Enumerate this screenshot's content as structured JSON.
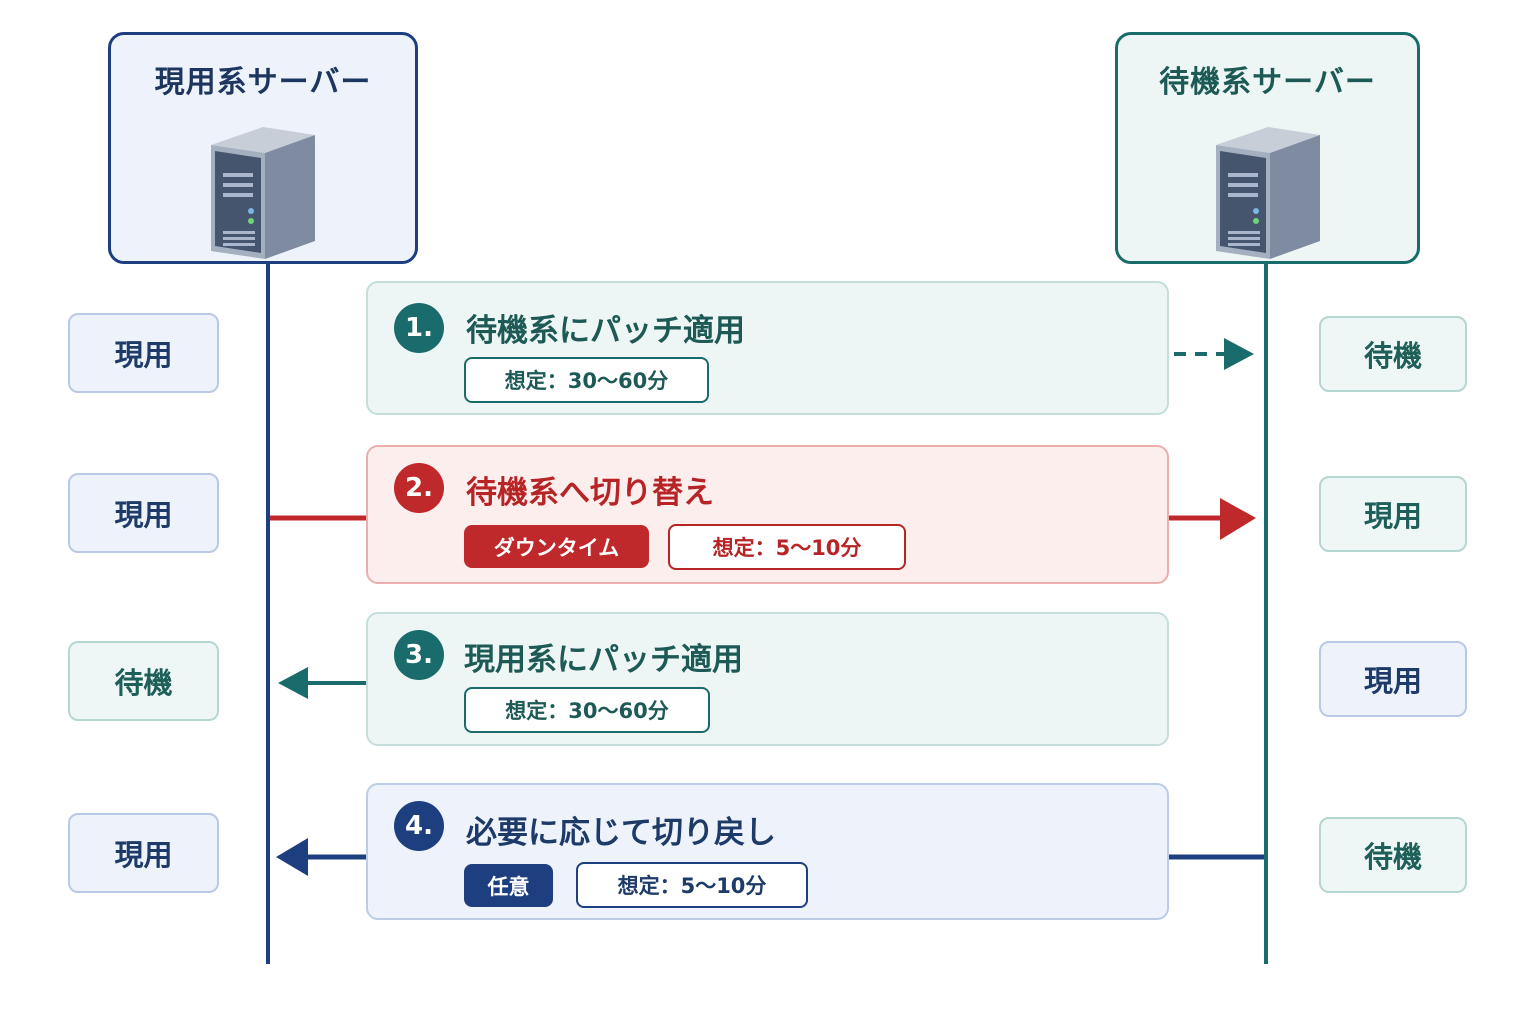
{
  "servers": {
    "primary": {
      "title": "現用系サーバー"
    },
    "standby": {
      "title": "待機系サーバー"
    }
  },
  "states": {
    "primary": [
      "現用",
      "現用",
      "待機",
      "現用"
    ],
    "standby": [
      "待機",
      "現用",
      "現用",
      "待機"
    ]
  },
  "steps": [
    {
      "number": "1.",
      "title": "待機系にパッチ適用",
      "estimate": "想定：30～60分"
    },
    {
      "number": "2.",
      "title": "待機系へ切り替え",
      "badge": "ダウンタイム",
      "estimate": "想定：5～10分"
    },
    {
      "number": "3.",
      "title": "現用系にパッチ適用",
      "estimate": "想定：30～60分"
    },
    {
      "number": "4.",
      "title": "必要に応じて切り戻し",
      "badge": "任意",
      "estimate": "想定：5～10分"
    }
  ],
  "colors": {
    "navy": "#1e3f7f",
    "teal": "#1a6b6b",
    "red": "#c0292b"
  },
  "icons": [
    "server-icon"
  ]
}
